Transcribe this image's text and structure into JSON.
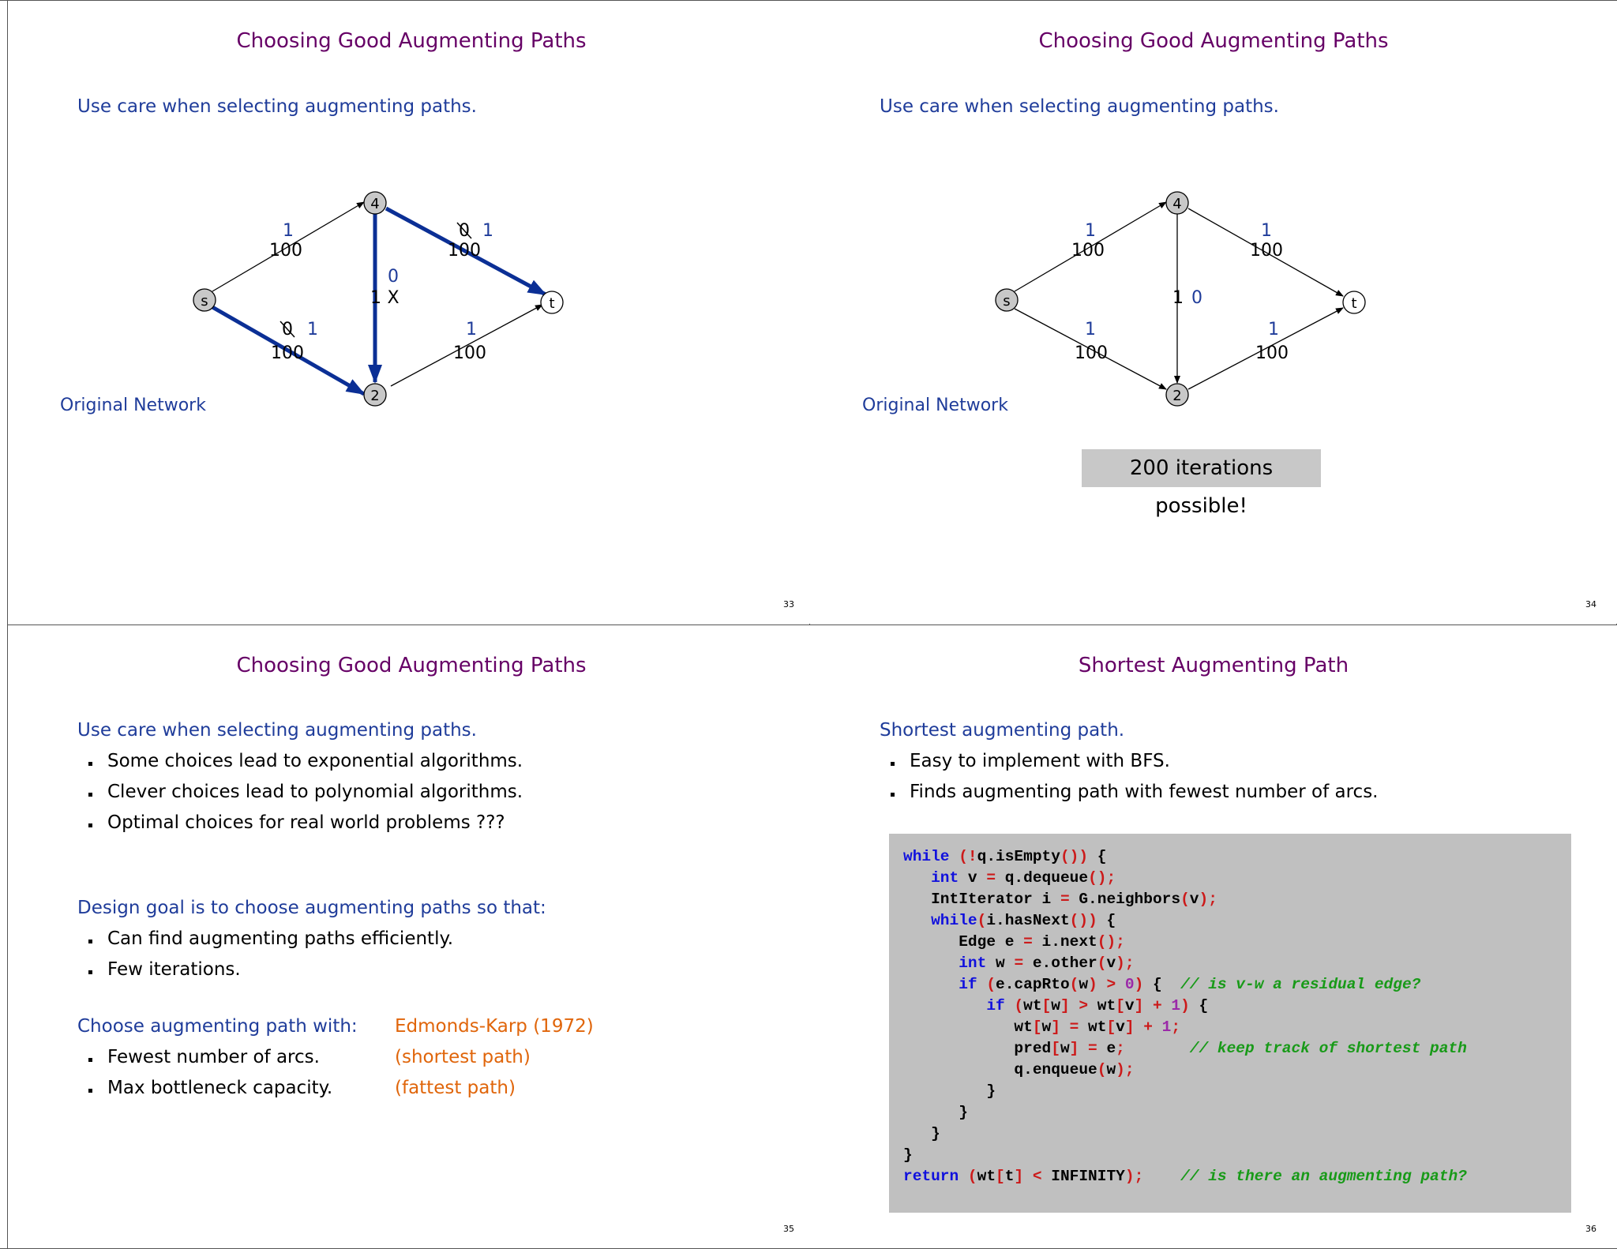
{
  "slides": [
    {
      "number": "33",
      "title": "Choosing Good Augmenting Paths",
      "subtitle": "Use care when selecting augmenting paths.",
      "caption": "Original Network",
      "graph": {
        "nodes": [
          "s",
          "4",
          "2",
          "t"
        ],
        "edges": [
          {
            "from": "s",
            "to": "4",
            "capacity": "100",
            "flow": "1",
            "crossed_flow": ""
          },
          {
            "from": "4",
            "to": "t",
            "capacity": "100",
            "flow": "1",
            "crossed_flow": "0"
          },
          {
            "from": "4",
            "to": "2",
            "capacity": "1",
            "flow": "0",
            "crossed_flow": "X"
          },
          {
            "from": "s",
            "to": "2",
            "capacity": "100",
            "flow": "1",
            "crossed_flow": "0"
          },
          {
            "from": "2",
            "to": "t",
            "capacity": "100",
            "flow": "1",
            "crossed_flow": ""
          }
        ],
        "highlighted_path": [
          "s",
          "2",
          "4",
          "t"
        ]
      }
    },
    {
      "number": "34",
      "title": "Choosing Good Augmenting Paths",
      "subtitle": "Use care when selecting augmenting paths.",
      "caption": "Original Network",
      "callout": "200 iterations possible!",
      "graph": {
        "nodes": [
          "s",
          "4",
          "2",
          "t"
        ],
        "edges": [
          {
            "from": "s",
            "to": "4",
            "capacity": "100",
            "flow": "1"
          },
          {
            "from": "4",
            "to": "t",
            "capacity": "100",
            "flow": "1"
          },
          {
            "from": "4",
            "to": "2",
            "capacity": "1",
            "flow": "0"
          },
          {
            "from": "s",
            "to": "2",
            "capacity": "100",
            "flow": "1"
          },
          {
            "from": "2",
            "to": "t",
            "capacity": "100",
            "flow": "1"
          }
        ]
      }
    },
    {
      "number": "35",
      "title": "Choosing Good Augmenting Paths",
      "subtitle": "Use care when selecting augmenting paths.",
      "bullets1": [
        "Some choices lead to exponential algorithms.",
        "Clever choices lead to polynomial algorithms.",
        "Optimal choices for real world problems ???"
      ],
      "goal": "Design goal is to choose augmenting paths so that:",
      "bullets2": [
        "Can find augmenting paths efficiently.",
        "Few iterations."
      ],
      "choose": "Choose augmenting path with:",
      "edmonds": "Edmonds-Karp (1972)",
      "bullets3": [
        {
          "text": "Fewest number of arcs.",
          "note": "(shortest path)"
        },
        {
          "text": "Max bottleneck capacity.",
          "note": "(fattest path)"
        }
      ]
    },
    {
      "number": "36",
      "title": "Shortest Augmenting Path",
      "subtitle": "Shortest augmenting path.",
      "bullets": [
        "Easy to implement with BFS.",
        "Finds augmenting path with fewest number of arcs."
      ],
      "code_lines": [
        "while (!q.isEmpty()) {",
        "   int v = q.dequeue();",
        "   IntIterator i = G.neighbors(v);",
        "   while(i.hasNext()) {",
        "      Edge e = i.next();",
        "      int w = e.other(v);",
        "      if (e.capRto(w) > 0) {  // is v-w a residual edge?",
        "         if (wt[w] > wt[v] + 1) {",
        "            wt[w] = wt[v] + 1;",
        "            pred[w] = e;       // keep track of shortest path",
        "            q.enqueue(w);",
        "         }",
        "      }",
        "   }",
        "}",
        "return (wt[t] < INFINITY);    // is there an augmenting path?"
      ]
    }
  ]
}
